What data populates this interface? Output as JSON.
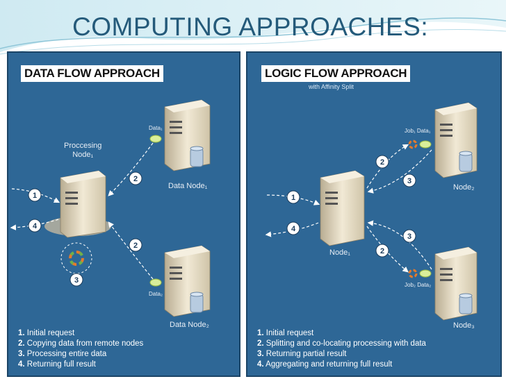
{
  "slide": {
    "title": "COMPUTING APPROACHES:"
  },
  "left": {
    "title": "DATA FLOW APPROACH",
    "processing_node_line1": "Proccesing",
    "processing_node_line2": "Node₁",
    "data_node_1": "Data Node₁",
    "data_node_2": "Data Node₂",
    "data_1": "Data₁",
    "data_2": "Data₂",
    "badges": [
      "1",
      "2",
      "2",
      "3",
      "4"
    ],
    "steps": [
      {
        "num": "1.",
        "text": "Initial request"
      },
      {
        "num": "2.",
        "text": "Copying data from remote nodes"
      },
      {
        "num": "3.",
        "text": "Processing entire data"
      },
      {
        "num": "4.",
        "text": "Returning full result"
      }
    ]
  },
  "right": {
    "title": "LOGIC FLOW APPROACH",
    "subtitle": "with Affinity Split",
    "node_1": "Node₁",
    "node_2": "Node₂",
    "node_3": "Node₃",
    "job_data_1": "Job₁ Data₁",
    "job_data_2": "Job₂ Data₂",
    "badges": [
      "1",
      "2",
      "3",
      "3",
      "2",
      "4"
    ],
    "steps": [
      {
        "num": "1.",
        "text": "Initial request"
      },
      {
        "num": "2.",
        "text": "Splitting and co-locating processing with data"
      },
      {
        "num": "3.",
        "text": "Returning partial result"
      },
      {
        "num": "4.",
        "text": "Aggregating and returning full result"
      }
    ]
  },
  "colors": {
    "panel_bg": "#2e6796",
    "title_color": "#245a7a",
    "badge_fill": "#ffffff",
    "server_body": "#e6dcc4"
  }
}
